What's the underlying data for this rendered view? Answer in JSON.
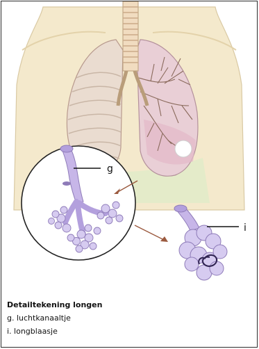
{
  "labels": {
    "g": "g",
    "i": "i"
  },
  "caption": {
    "title": "Detailtekening longen",
    "items": [
      "g.  luchtkanaaltje",
      "i.  longblaasje"
    ]
  },
  "colors": {
    "skin": "#f2e6c6",
    "lung": "#e8d4c8",
    "detail": "#c8b6e6",
    "detail_dark": "#8e7bb8",
    "line": "#222222"
  }
}
